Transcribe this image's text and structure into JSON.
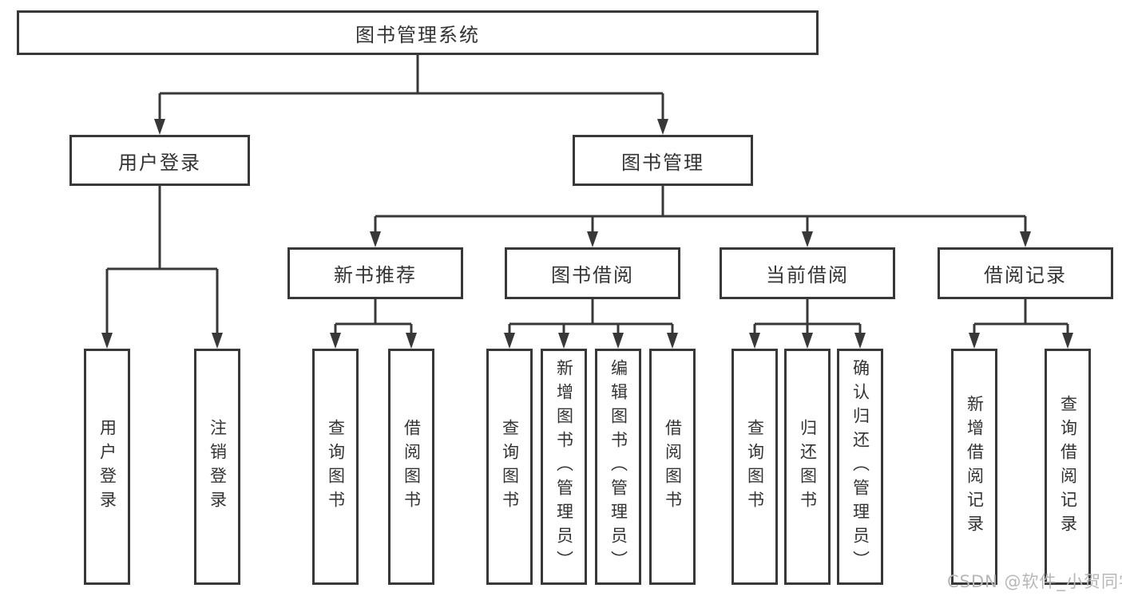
{
  "tree": {
    "root": "图书管理系统",
    "branches": [
      {
        "label": "用户登录",
        "children": [
          "用户登录",
          "注销登录"
        ]
      },
      {
        "label": "图书管理",
        "sections": [
          {
            "label": "新书推荐",
            "children": [
              "查询图书",
              "借阅图书"
            ]
          },
          {
            "label": "图书借阅",
            "children": [
              "查询图书",
              "新增图书（管理员）",
              "编辑图书（管理员）",
              "借阅图书"
            ]
          },
          {
            "label": "当前借阅",
            "children": [
              "查询图书",
              "归还图书",
              "确认归还（管理员）"
            ]
          },
          {
            "label": "借阅记录",
            "children": [
              "新增借阅记录",
              "查询借阅记录"
            ]
          }
        ]
      }
    ]
  },
  "watermark": {
    "text": "CSDN @软件_小贺同学",
    "color": "#b7b7b7"
  },
  "colors": {
    "line": "#383838",
    "box_border": "#383838",
    "text": "#333333",
    "background": "#ffffff"
  }
}
